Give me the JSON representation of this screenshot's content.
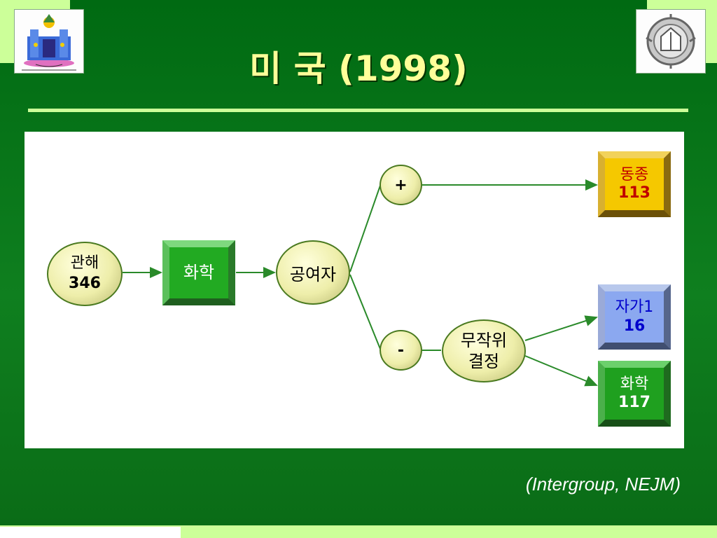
{
  "slide": {
    "title": "미 국 (1998)",
    "citation": "(Intergroup, NEJM)"
  },
  "colors": {
    "background": "#006a12",
    "accent_light": "#ccff99",
    "title": "#ffff99",
    "arrow": "#2a8a2a"
  },
  "icons": {
    "left_logo": "castle-logo-icon",
    "right_logo": "emblem-logo-icon"
  },
  "diagram": {
    "source": {
      "line1": "관해",
      "line2": "346"
    },
    "treatment": {
      "label": "화학"
    },
    "donor": {
      "label": "공여자"
    },
    "plus": {
      "label": "+"
    },
    "minus": {
      "label": "-"
    },
    "random": {
      "line1": "무작위",
      "line2": "결정"
    },
    "outcome_allo": {
      "line1": "동종",
      "line2": "113"
    },
    "outcome_auto": {
      "line1": "자가1",
      "line2": "16"
    },
    "outcome_chemo": {
      "line1": "화학",
      "line2": "117"
    }
  }
}
